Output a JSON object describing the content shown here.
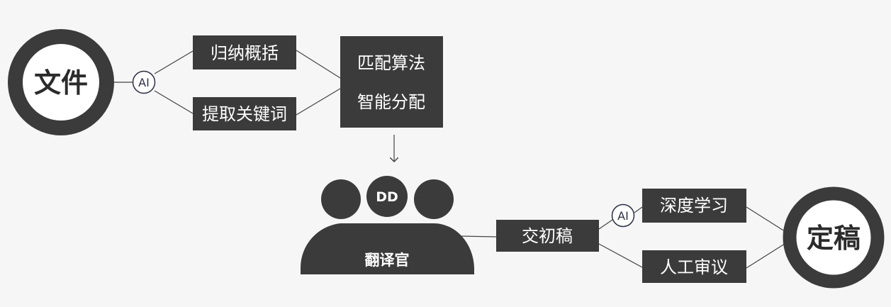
{
  "source_node": {
    "label": "文件"
  },
  "ai_badges": [
    "AI",
    "AI"
  ],
  "extract_steps": [
    "归纳概括",
    "提取关键词"
  ],
  "matching_box": {
    "lines": [
      "匹配算法",
      "智能分配"
    ]
  },
  "translator_group": {
    "badge": "DD",
    "label": "翻译官"
  },
  "first_draft": {
    "label": "交初稿"
  },
  "review_steps": [
    "深度学习",
    "人工审议"
  ],
  "final_node": {
    "label": "定稿"
  },
  "colors": {
    "box_fill": "#3b3b3b",
    "ring": "#3b3b3b",
    "background": "#f6f6f6",
    "badge_stroke": "#2b2f45"
  }
}
